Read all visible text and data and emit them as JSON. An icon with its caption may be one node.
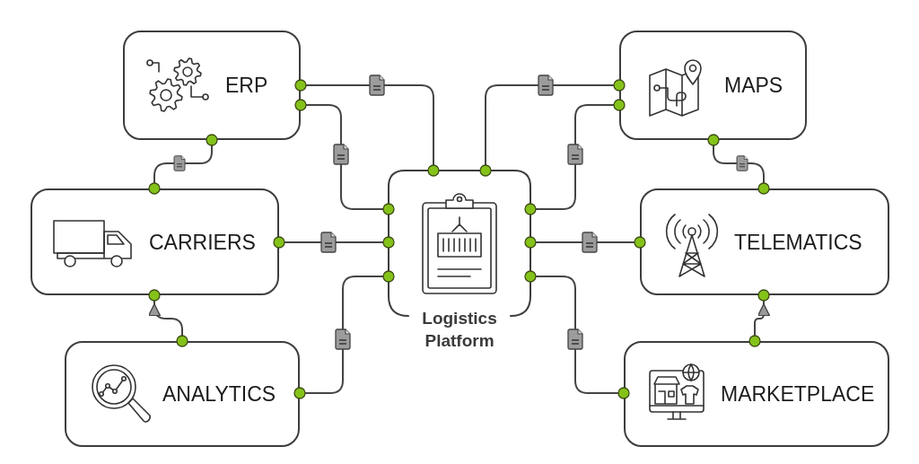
{
  "diagram": {
    "nodes": [
      {
        "text": [
          "ERP"
        ]
      },
      {
        "text": [
          "MAPS"
        ]
      },
      {
        "text": [
          "CARRIERS"
        ]
      },
      {
        "text": [
          "Logistics Platform"
        ]
      },
      {
        "text": [
          "TELEMATICS"
        ]
      },
      {
        "text": [
          "ANALYTICS"
        ]
      },
      {
        "text": [
          "MARKETPLACE"
        ]
      }
    ],
    "edges": [
      {
        "from": 0,
        "to": 3,
        "arrow": "none"
      },
      {
        "from": 0,
        "to": 3,
        "arrow": "none"
      },
      {
        "from": 1,
        "to": 3,
        "arrow": "none"
      },
      {
        "from": 1,
        "to": 3,
        "arrow": "none"
      },
      {
        "from": 2,
        "to": 3,
        "arrow": "none"
      },
      {
        "from": 4,
        "to": 3,
        "arrow": "none"
      },
      {
        "from": 5,
        "to": 3,
        "arrow": "none"
      },
      {
        "from": 6,
        "to": 3,
        "arrow": "none"
      },
      {
        "from": 0,
        "to": 2,
        "arrow": "none"
      },
      {
        "from": 1,
        "to": 4,
        "arrow": "none"
      },
      {
        "from": 5,
        "to": 2,
        "arrow": "to"
      },
      {
        "from": 6,
        "to": 4,
        "arrow": "to"
      }
    ]
  }
}
